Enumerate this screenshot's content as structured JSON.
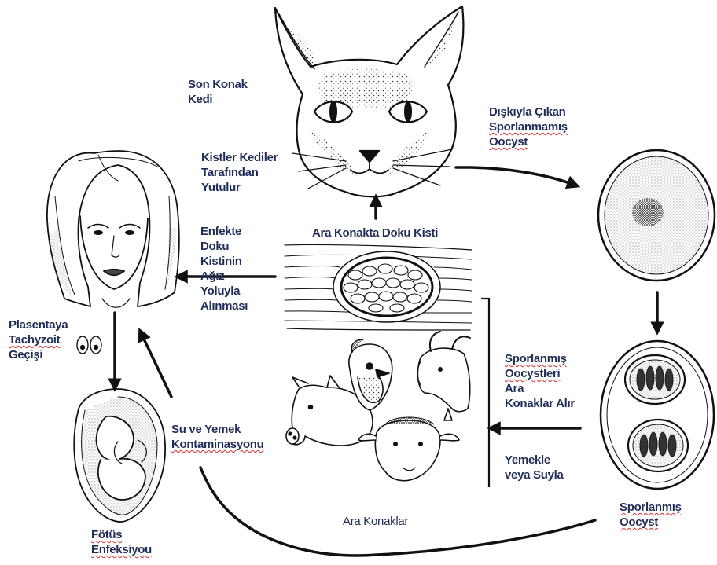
{
  "labels": {
    "definitive_host": [
      "Son Konak",
      "Kedi"
    ],
    "cysts_eaten": [
      "Kistler Kediler",
      "Tarafından",
      "Yutulur"
    ],
    "unsporulated_oocyst": [
      "Dışkıyla Çıkan",
      "Sporlanmamış",
      "Oocyst"
    ],
    "tissue_cyst": "Ara Konakta Doku Kisti",
    "oral_ingestion": [
      "Enfekte",
      "Doku",
      "Kistinin",
      "Ağız",
      "Yoluyla",
      "Alınması"
    ],
    "placental": [
      "Plasentaya",
      "Tachyzoit",
      "Geçişi"
    ],
    "sporulated_taken": [
      "Sporlanmış",
      "Oocystleri",
      "Ara",
      "Konaklar Alır"
    ],
    "food_water": [
      "Yemekle",
      "veya Suyla"
    ],
    "contamination": [
      "Su ve Yemek",
      "Kontaminasyonu"
    ],
    "intermediate_hosts": "Ara Konaklar",
    "sporulated_oocyst": [
      "Sporlanmış",
      "Oocyst"
    ],
    "fetal": [
      "Fötüs",
      "Enfeksiyou"
    ]
  },
  "colors": {
    "text": "#1f2d57",
    "ink": "#111111",
    "squiggle": "#d9302c"
  }
}
